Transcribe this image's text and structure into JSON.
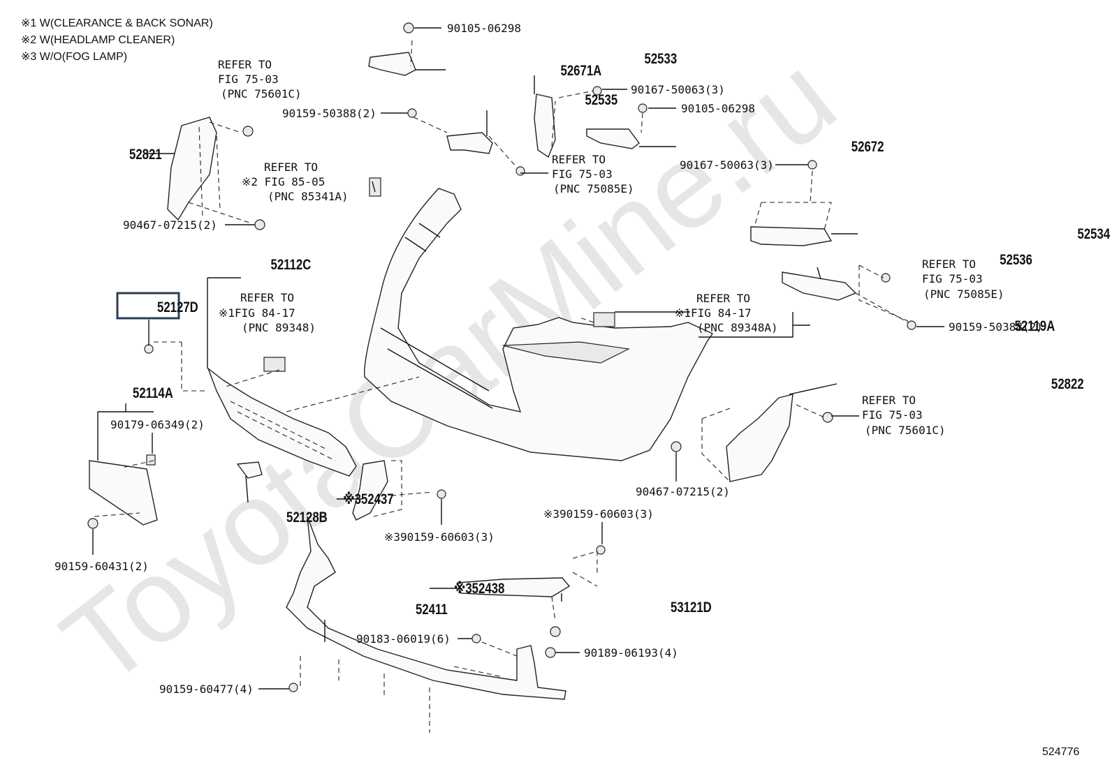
{
  "notes": [
    "※1 W(CLEARANCE & BACK SONAR)",
    "※2 W(HEADLAMP CLEANER)",
    "※3 W/O(FOG LAMP)"
  ],
  "watermark": "ToyotaCarMine.ru",
  "highlight_color": "#2a3d55",
  "figure_number": "524776",
  "callouts": {
    "p90105_06298_top": "90105-06298",
    "p52671A": "52671A",
    "p52533": "52533",
    "p90167_50063_top": "90167-50063(3)",
    "p90105_06298_right": "90105-06298",
    "p52672": "52672",
    "p90167_50063_mid": "90167-50063(3)",
    "p52535": "52535",
    "p90159_50388_top": "90159-50388(2)",
    "p52821": "52821",
    "p90467_07215_left": "90467-07215(2)",
    "p52534": "52534",
    "p52536": "52536",
    "p90159_50388_right": "90159-50388(2)",
    "p52112C": "52112C",
    "p52127D": "52127D",
    "p52119A": "52119A",
    "p52822": "52822",
    "p52114A": "52114A",
    "p90179_06349": "90179-06349(2)",
    "p90467_07215_right": "90467-07215(2)",
    "p52128B": "52128B",
    "p52437": "※352437",
    "p90159_60603_low": "※390159-60603(3)",
    "p90159_60603_up": "※390159-60603(3)",
    "p90159_60431": "90159-60431(2)",
    "p52438": "※352438",
    "p53121D": "53121D",
    "p52411": "52411",
    "p90183_06019": "90183-06019(6)",
    "p90189_06193": "90189-06193(4)",
    "p90159_60477": "90159-60477(4)"
  },
  "refers": {
    "r1": [
      "REFER TO",
      "FIG 75-03",
      "(PNC 75601C)"
    ],
    "r2": [
      "REFER TO",
      "FIG 75-03",
      "(PNC 75085E)"
    ],
    "r3": [
      "REFER TO",
      "※2 FIG 85-05",
      "(PNC 85341A)"
    ],
    "r4": [
      "REFER TO",
      "FIG 75-03",
      "(PNC 75085E)"
    ],
    "r5": [
      "REFER TO",
      "※1FIG 84-17",
      "(PNC 89348)"
    ],
    "r6": [
      "REFER TO",
      "※1FIG 84-17",
      "(PNC 89348A)"
    ],
    "r7": [
      "REFER TO",
      "FIG 75-03",
      "(PNC 75601C)"
    ]
  }
}
